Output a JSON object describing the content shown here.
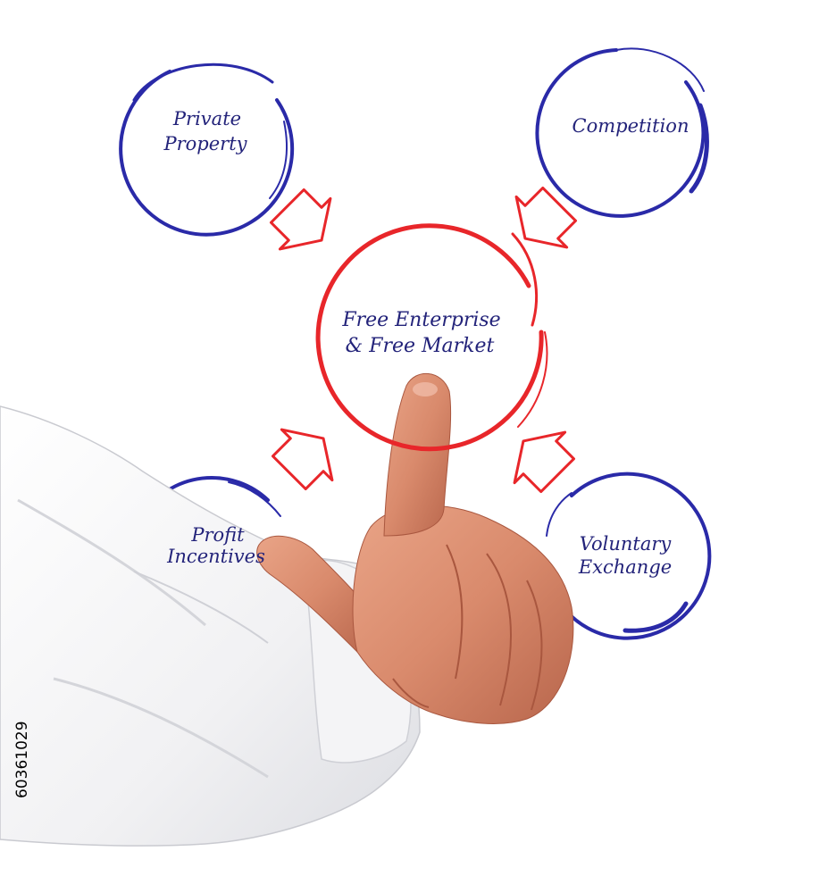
{
  "diagram": {
    "center": {
      "line1": "Free Enterprise",
      "line2": "& Free Market"
    },
    "nodes": {
      "private_property": {
        "line1": "Private",
        "line2": "Property"
      },
      "competition": {
        "line1": "Competition"
      },
      "profit_incentives": {
        "line1": "Profit",
        "line2": "Incentives"
      },
      "voluntary_exchange": {
        "line1": "Voluntary",
        "line2": "Exchange"
      }
    },
    "colors": {
      "outer_circle": "#2a2aa8",
      "center_circle": "#e8262a",
      "arrow": "#e8262a",
      "label_text": "#23237a"
    }
  },
  "stock_id": "60361029"
}
